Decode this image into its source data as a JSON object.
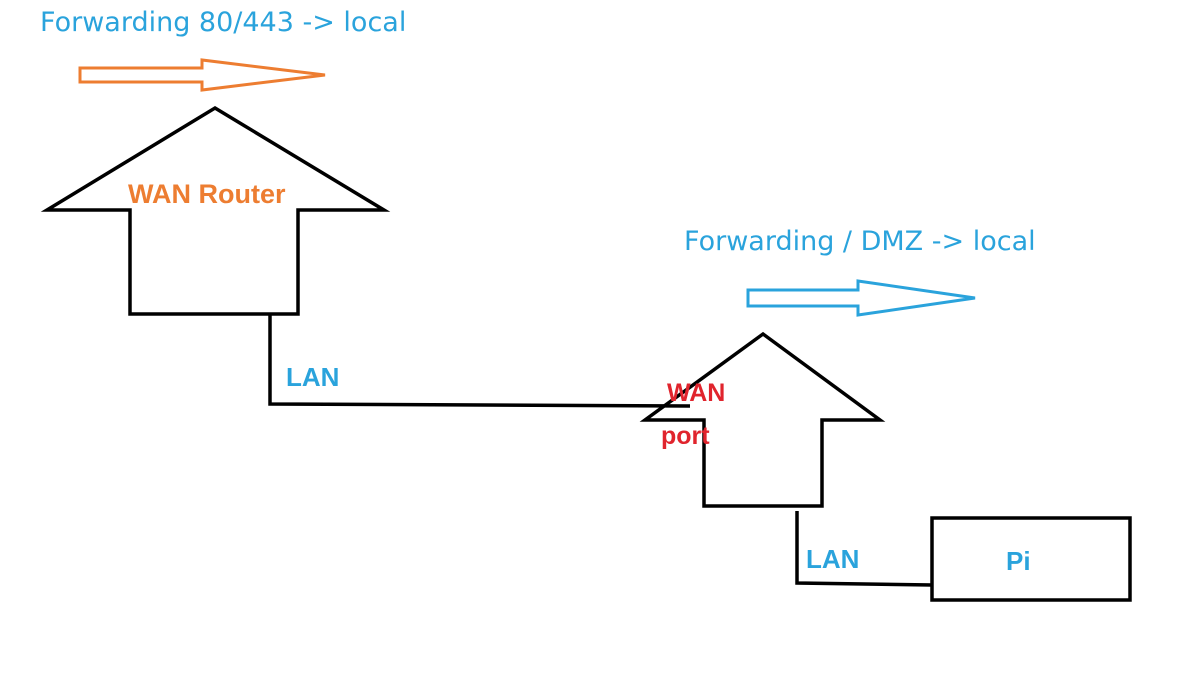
{
  "colors": {
    "blue": "#2aa3dc",
    "orange": "#ed7d31",
    "red": "#e0242d",
    "line": "#000000"
  },
  "labels": {
    "forwarding_top": "Forwarding 80/443 -> local",
    "wan_router": "WAN Router",
    "lan_upper": "LAN",
    "forwarding_dmz": "Forwarding / DMZ -> local",
    "wan_port_line1": "WAN",
    "wan_port_line2": "port",
    "lan_lower": "LAN",
    "pi": "Pi"
  },
  "icons": {
    "top_arrow": "right-arrow-icon",
    "dmz_arrow": "right-arrow-icon",
    "wan_router_shape": "house-icon",
    "second_router_shape": "house-icon",
    "pi_box": "rectangle-box"
  }
}
